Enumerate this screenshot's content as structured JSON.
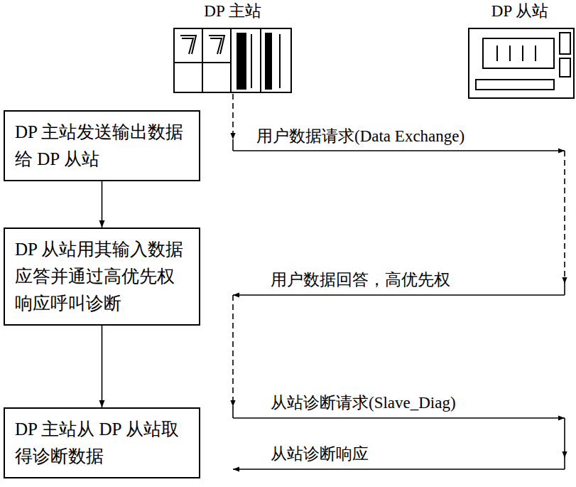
{
  "diagram": {
    "nodes": [
      {
        "text": [
          "DP 主站"
        ]
      },
      {
        "text": [
          "DP 从站"
        ]
      },
      {
        "text": [
          "DP 主站发送输出数据给 DP 从站"
        ]
      },
      {
        "text": [
          "DP 从站用其输入数据应答并通过高优先权响应呼叫诊断"
        ]
      },
      {
        "text": [
          "DP 主站从 DP 从站取得诊断数据"
        ]
      }
    ],
    "edges": [
      {
        "from": 2,
        "to": 3,
        "arrow": "to"
      },
      {
        "from": 3,
        "to": 4,
        "arrow": "to"
      }
    ],
    "labels": [
      "用户数据请求(Data Exchange)",
      "用户数据回答，高优先权",
      "从站诊断请求(Slave_Diag)",
      "从站诊断响应"
    ]
  }
}
